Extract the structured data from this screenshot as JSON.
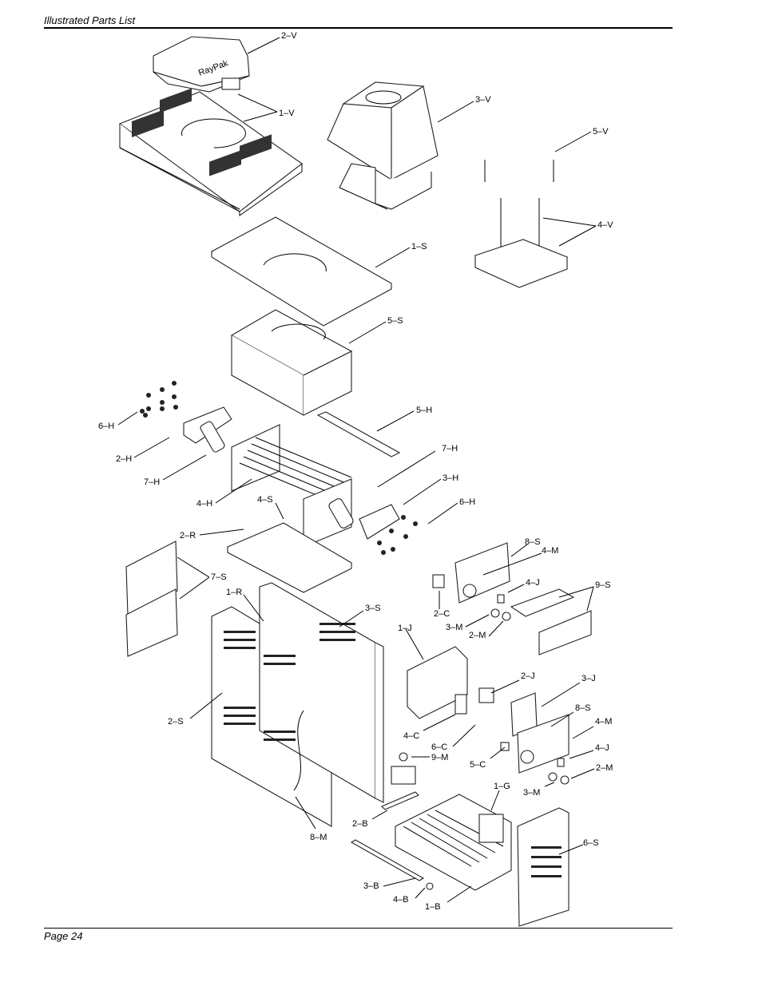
{
  "header": {
    "title": "Illustrated Parts List"
  },
  "footer": {
    "page": "Page 24"
  },
  "callouts": [
    {
      "id": "2v",
      "text": "2–V"
    },
    {
      "id": "1v",
      "text": "1–V"
    },
    {
      "id": "3v",
      "text": "3–V"
    },
    {
      "id": "5v",
      "text": "5–V"
    },
    {
      "id": "4v",
      "text": "4–V"
    },
    {
      "id": "1s",
      "text": "1–S"
    },
    {
      "id": "5s",
      "text": "5–S"
    },
    {
      "id": "6h_a",
      "text": "6–H"
    },
    {
      "id": "5h",
      "text": "5–H"
    },
    {
      "id": "2h",
      "text": "2–H"
    },
    {
      "id": "7h_a",
      "text": "7–H"
    },
    {
      "id": "7h_b",
      "text": "7–H"
    },
    {
      "id": "3h",
      "text": "3–H"
    },
    {
      "id": "4h",
      "text": "4–H"
    },
    {
      "id": "4s",
      "text": "4–S"
    },
    {
      "id": "6h_b",
      "text": "6–H"
    },
    {
      "id": "2r",
      "text": "2–R"
    },
    {
      "id": "8s_a",
      "text": "8–S"
    },
    {
      "id": "4m_a",
      "text": "4–M"
    },
    {
      "id": "7s",
      "text": "7–S"
    },
    {
      "id": "4j_a",
      "text": "4–J"
    },
    {
      "id": "9s",
      "text": "9–S"
    },
    {
      "id": "1r",
      "text": "1–R"
    },
    {
      "id": "3s",
      "text": "3–S"
    },
    {
      "id": "2c",
      "text": "2–C"
    },
    {
      "id": "3m_a",
      "text": "3–M"
    },
    {
      "id": "2m_a",
      "text": "2–M"
    },
    {
      "id": "1j",
      "text": "1–J"
    },
    {
      "id": "2j",
      "text": "2–J"
    },
    {
      "id": "3j",
      "text": "3–J"
    },
    {
      "id": "2s",
      "text": "2–S"
    },
    {
      "id": "8s_b",
      "text": "8–S"
    },
    {
      "id": "4c",
      "text": "4–C"
    },
    {
      "id": "4m_b",
      "text": "4–M"
    },
    {
      "id": "6c",
      "text": "6–C"
    },
    {
      "id": "4j_b",
      "text": "4–J"
    },
    {
      "id": "9m",
      "text": "9–M"
    },
    {
      "id": "5c",
      "text": "5–C"
    },
    {
      "id": "2m_b",
      "text": "2–M"
    },
    {
      "id": "3m_b",
      "text": "3–M"
    },
    {
      "id": "1g",
      "text": "1–G"
    },
    {
      "id": "2b",
      "text": "2–B"
    },
    {
      "id": "8m",
      "text": "8–M"
    },
    {
      "id": "6s",
      "text": "6–S"
    },
    {
      "id": "3b",
      "text": "3–B"
    },
    {
      "id": "4b",
      "text": "4–B"
    },
    {
      "id": "1b",
      "text": "1–B"
    }
  ]
}
